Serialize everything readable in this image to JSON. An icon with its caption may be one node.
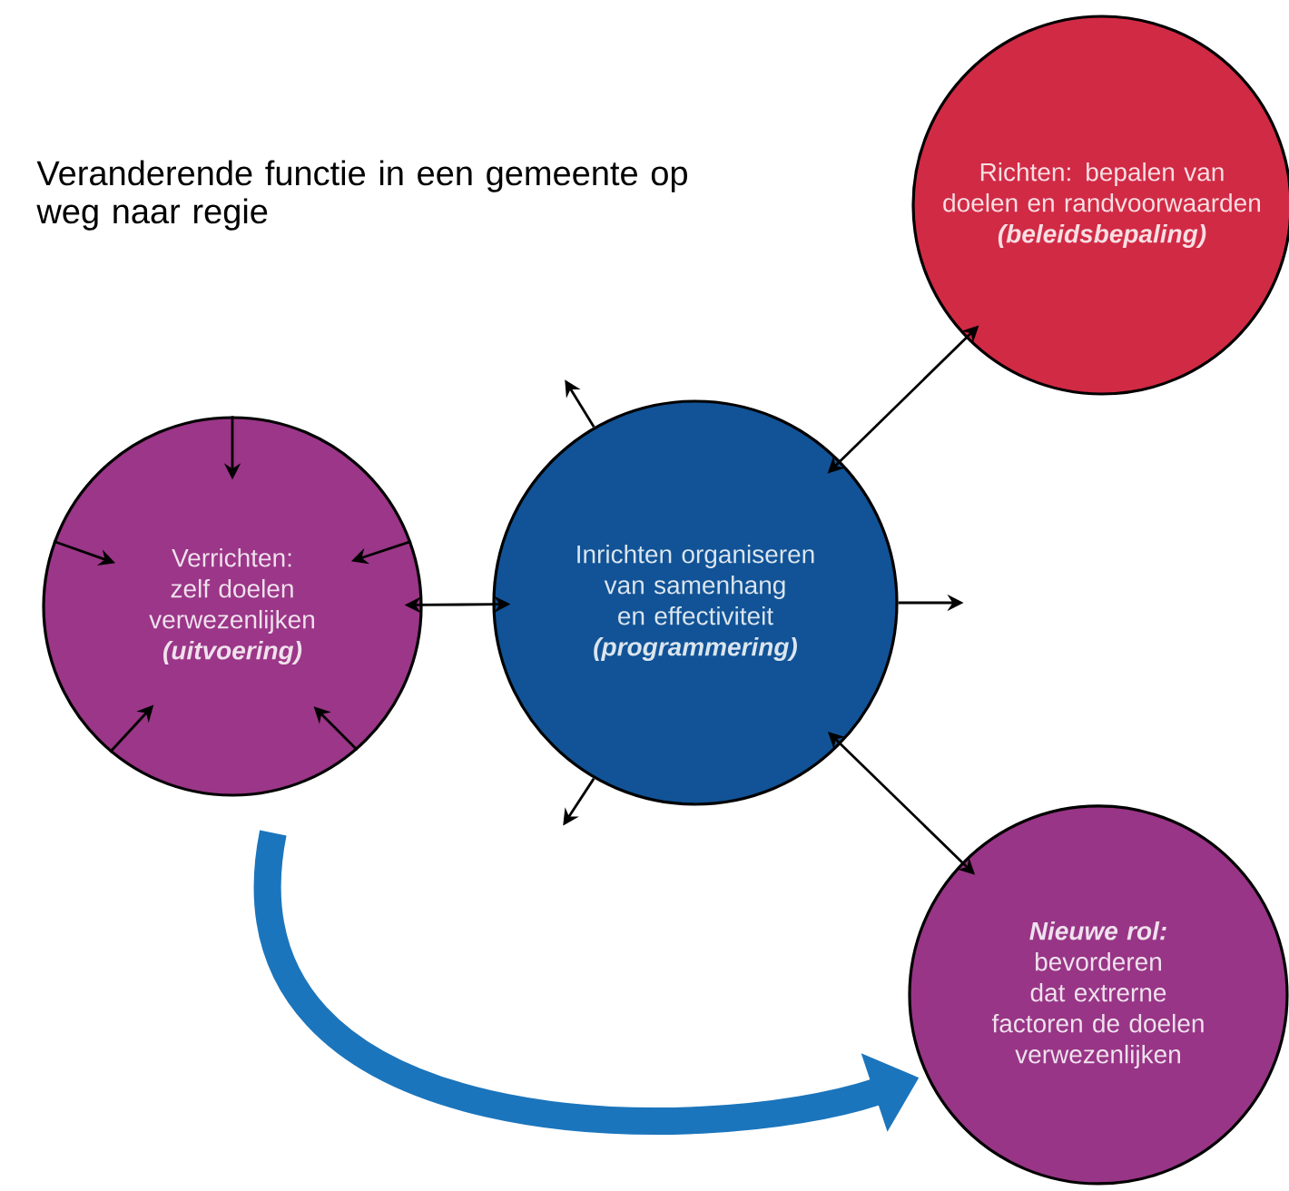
{
  "diagram": {
    "title": "Veranderende functie in een gemeente op weg naar regie",
    "nodes": [
      {
        "text": [
          "Verrichten: zelf doelen verwezenlijken",
          "(uitvoering)"
        ]
      },
      {
        "text": [
          "Inrichten organiseren van samenhang en effectiviteit",
          "(programmering)"
        ]
      },
      {
        "text": [
          "Richten: bepalen van doelen en randvoorwaarden",
          "(beleidsbepaling)"
        ]
      },
      {
        "text": [
          "Nieuwe rol:",
          "bevorderen dat extrerne factoren de doelen verwezenlijken"
        ]
      }
    ],
    "edges": [
      {
        "from": 0,
        "to": 1,
        "arrow": "both"
      },
      {
        "from": 1,
        "to": 2,
        "arrow": "both"
      },
      {
        "from": 1,
        "to": 3,
        "arrow": "both"
      },
      {
        "from": 1,
        "to": null,
        "arrow": "to"
      },
      {
        "from": 1,
        "to": null,
        "arrow": "to"
      },
      {
        "from": 1,
        "to": null,
        "arrow": "to"
      },
      {
        "from": null,
        "to": 0,
        "arrow": "to"
      },
      {
        "from": null,
        "to": 0,
        "arrow": "to"
      },
      {
        "from": null,
        "to": 0,
        "arrow": "to"
      },
      {
        "from": null,
        "to": 0,
        "arrow": "to"
      },
      {
        "from": null,
        "to": 0,
        "arrow": "to"
      },
      {
        "from": 0,
        "to": 3,
        "arrow": "to",
        "style": "thick",
        "color": "#1b75bc"
      }
    ]
  }
}
